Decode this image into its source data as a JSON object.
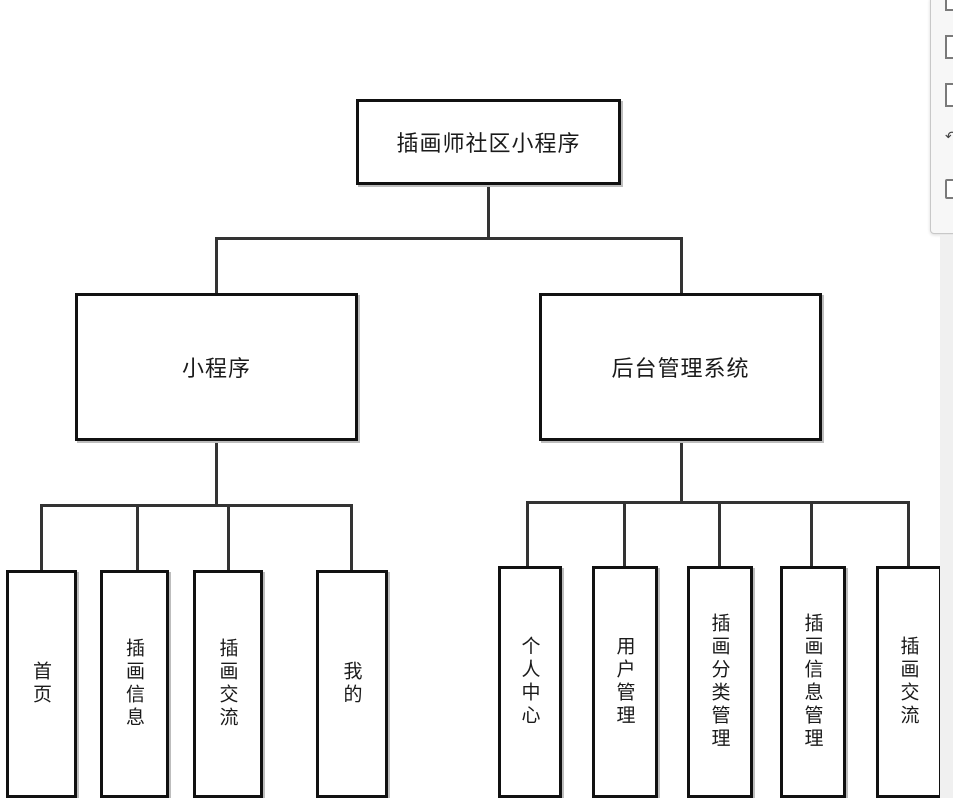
{
  "diagram": {
    "root": {
      "label": "插画师社区小程序"
    },
    "branches": [
      {
        "label": "小程序",
        "children": [
          "首页",
          "插画信息",
          "插画交流",
          "我的"
        ]
      },
      {
        "label": "后台管理系统",
        "children": [
          "个人中心",
          "用户管理",
          "插画分类管理",
          "插画信息管理",
          "插画交流"
        ]
      }
    ]
  },
  "colors": {
    "border": "#111111",
    "connector": "#333333",
    "background": "#ffffff"
  },
  "side_toolbar": {
    "icons": [
      "page-icon",
      "page-icon",
      "page-icon",
      "undo-icon",
      "comment-icon"
    ]
  }
}
